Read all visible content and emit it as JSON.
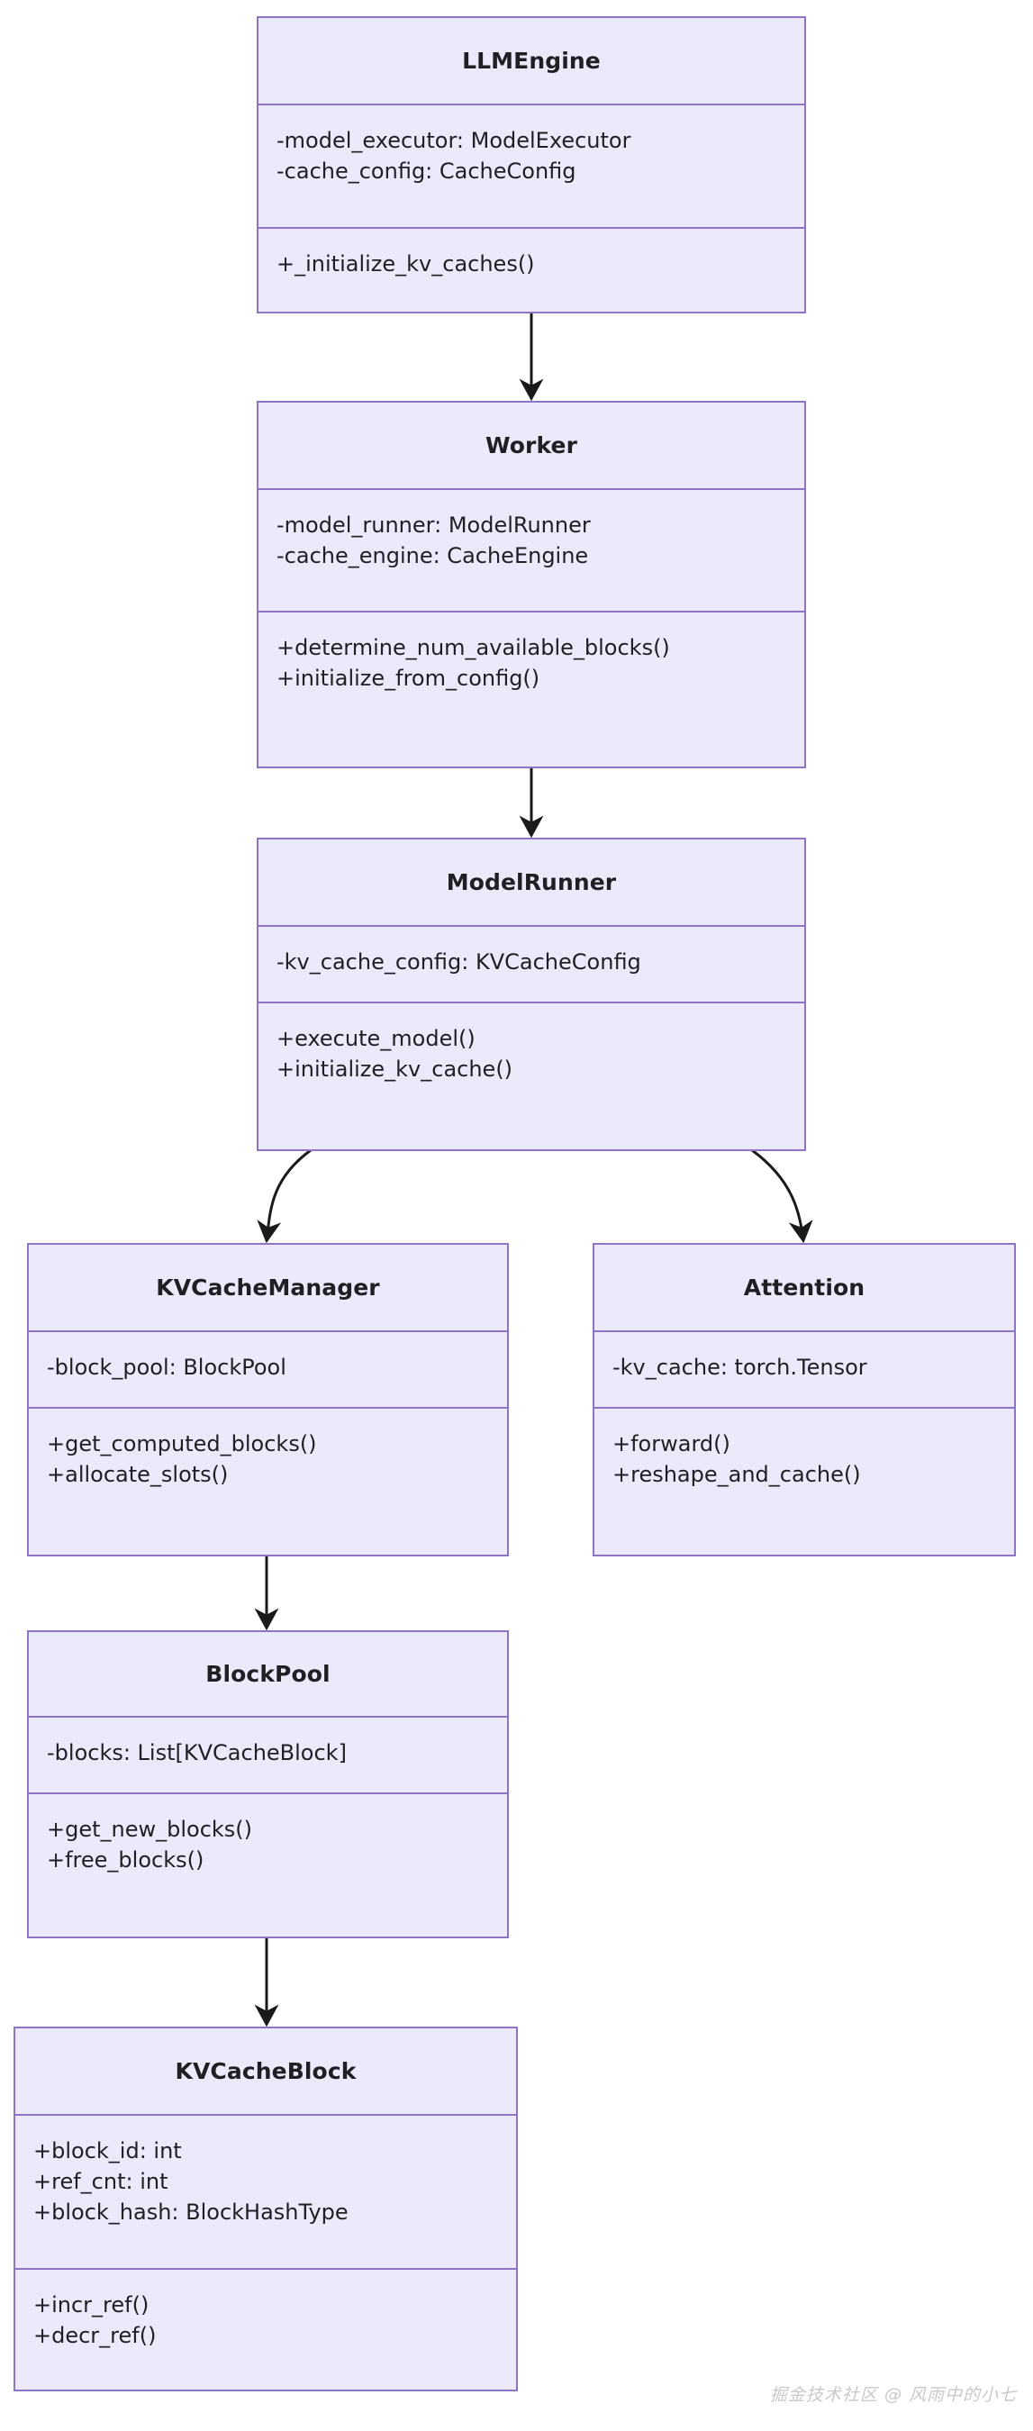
{
  "diagram": {
    "type": "uml-class-diagram",
    "colors": {
      "node_fill": "#ece9fb",
      "node_border": "#8c75c4",
      "text": "#1f2024",
      "edge": "#1a1a1a",
      "background": "#ffffff",
      "watermark": "#c9c9c9"
    },
    "classes": [
      {
        "id": "llmengine",
        "name": "LLMEngine",
        "attributes": [
          "-model_executor: ModelExecutor",
          "-cache_config: CacheConfig"
        ],
        "methods": [
          "+_initialize_kv_caches()"
        ]
      },
      {
        "id": "worker",
        "name": "Worker",
        "attributes": [
          "-model_runner: ModelRunner",
          "-cache_engine: CacheEngine"
        ],
        "methods": [
          "+determine_num_available_blocks()",
          "+initialize_from_config()"
        ]
      },
      {
        "id": "modelrunner",
        "name": "ModelRunner",
        "attributes": [
          "-kv_cache_config: KVCacheConfig"
        ],
        "methods": [
          "+execute_model()",
          "+initialize_kv_cache()"
        ]
      },
      {
        "id": "kvcachemanager",
        "name": "KVCacheManager",
        "attributes": [
          "-block_pool: BlockPool"
        ],
        "methods": [
          "+get_computed_blocks()",
          "+allocate_slots()"
        ]
      },
      {
        "id": "attention",
        "name": "Attention",
        "attributes": [
          "-kv_cache: torch.Tensor"
        ],
        "methods": [
          "+forward()",
          "+reshape_and_cache()"
        ]
      },
      {
        "id": "blockpool",
        "name": "BlockPool",
        "attributes": [
          "-blocks: List[KVCacheBlock]"
        ],
        "methods": [
          "+get_new_blocks()",
          "+free_blocks()"
        ]
      },
      {
        "id": "kvcacheblock",
        "name": "KVCacheBlock",
        "attributes": [
          "+block_id: int",
          "+ref_cnt: int",
          "+block_hash: BlockHashType"
        ],
        "methods": [
          "+incr_ref()",
          "+decr_ref()"
        ]
      }
    ],
    "edges": [
      {
        "from": "llmengine",
        "to": "worker",
        "style": "solid",
        "arrow": "open-vee"
      },
      {
        "from": "worker",
        "to": "modelrunner",
        "style": "solid",
        "arrow": "open-vee"
      },
      {
        "from": "modelrunner",
        "to": "kvcachemanager",
        "style": "solid",
        "arrow": "open-vee"
      },
      {
        "from": "modelrunner",
        "to": "attention",
        "style": "solid",
        "arrow": "open-vee"
      },
      {
        "from": "kvcachemanager",
        "to": "blockpool",
        "style": "solid",
        "arrow": "open-vee"
      },
      {
        "from": "blockpool",
        "to": "kvcacheblock",
        "style": "solid",
        "arrow": "open-vee"
      }
    ]
  },
  "watermark": {
    "text": "掘金技术社区 @ 风雨中的小七"
  }
}
